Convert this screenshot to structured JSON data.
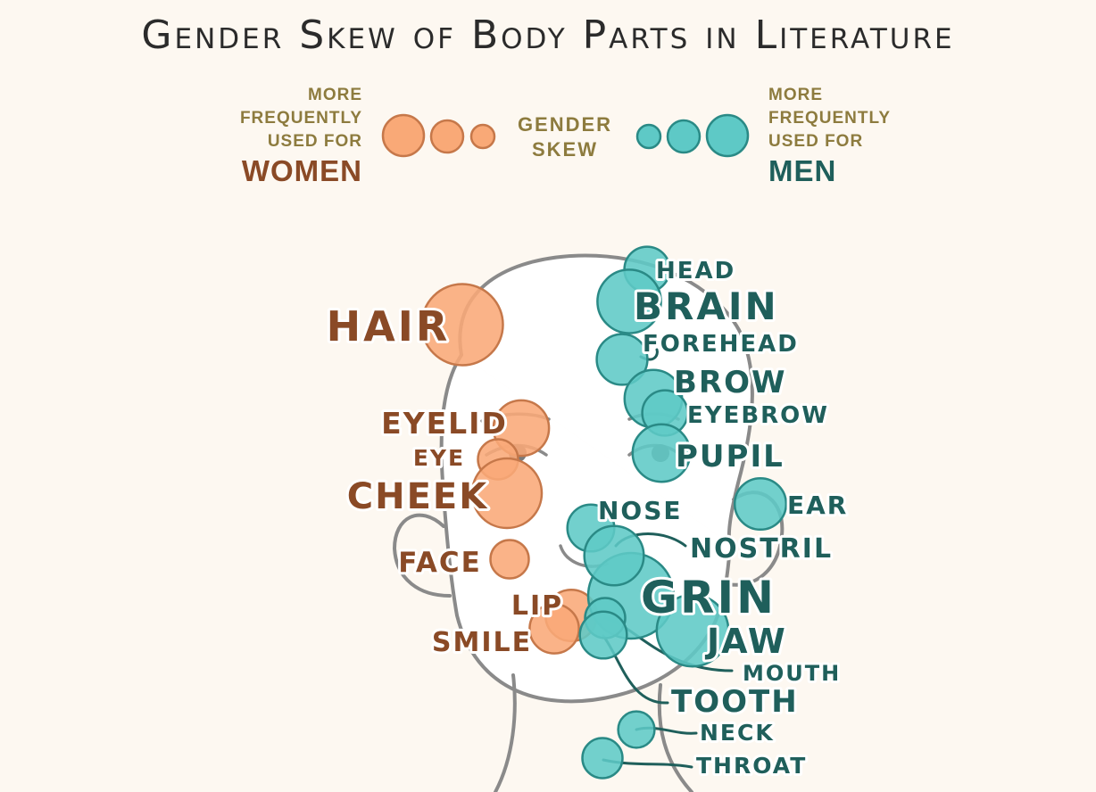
{
  "title": "Gender Skew of Body Parts in Literature",
  "legend": {
    "women_lines": [
      "MORE",
      "FREQUENTLY",
      "USED FOR"
    ],
    "women_label": "WOMEN",
    "center_lines": [
      "GENDER",
      "SKEW"
    ],
    "men_lines": [
      "MORE",
      "FREQUENTLY",
      "USED FOR"
    ],
    "men_label": "MEN"
  },
  "colors": {
    "women_fill": "#f9a977",
    "women_stroke": "#c6784a",
    "women_text": "#8a4a26",
    "men_fill": "#5ec9c6",
    "men_stroke": "#2a8a86",
    "men_text": "#1f5f5b",
    "legend_text": "#8d7b3e",
    "outline": "#8a8a8a"
  },
  "body_parts": [
    {
      "label": "HAIR",
      "group": "women",
      "skew": 0.9
    },
    {
      "label": "EYELID",
      "group": "women",
      "skew": 0.42
    },
    {
      "label": "EYE",
      "group": "women",
      "skew": 0.22
    },
    {
      "label": "CHEEK",
      "group": "women",
      "skew": 0.66
    },
    {
      "label": "FACE",
      "group": "women",
      "skew": 0.2
    },
    {
      "label": "LIP",
      "group": "women",
      "skew": 0.36
    },
    {
      "label": "SMILE",
      "group": "women",
      "skew": 0.33
    },
    {
      "label": "HEAD",
      "group": "men",
      "skew": 0.28
    },
    {
      "label": "BRAIN",
      "group": "men",
      "skew": 0.55
    },
    {
      "label": "FOREHEAD",
      "group": "men",
      "skew": 0.35
    },
    {
      "label": "BROW",
      "group": "men",
      "skew": 0.45
    },
    {
      "label": "EYEBROW",
      "group": "men",
      "skew": 0.28
    },
    {
      "label": "PUPIL",
      "group": "men",
      "skew": 0.45
    },
    {
      "label": "EAR",
      "group": "men",
      "skew": 0.36
    },
    {
      "label": "NOSE",
      "group": "men",
      "skew": 0.3
    },
    {
      "label": "NOSTRIL",
      "group": "men",
      "skew": 0.48
    },
    {
      "label": "GRIN",
      "group": "men",
      "skew": 1.0
    },
    {
      "label": "JAW",
      "group": "men",
      "skew": 0.7
    },
    {
      "label": "MOUTH",
      "group": "men",
      "skew": 0.22
    },
    {
      "label": "TOOTH",
      "group": "men",
      "skew": 0.3
    },
    {
      "label": "NECK",
      "group": "men",
      "skew": 0.18
    },
    {
      "label": "THROAT",
      "group": "men",
      "skew": 0.22
    }
  ]
}
